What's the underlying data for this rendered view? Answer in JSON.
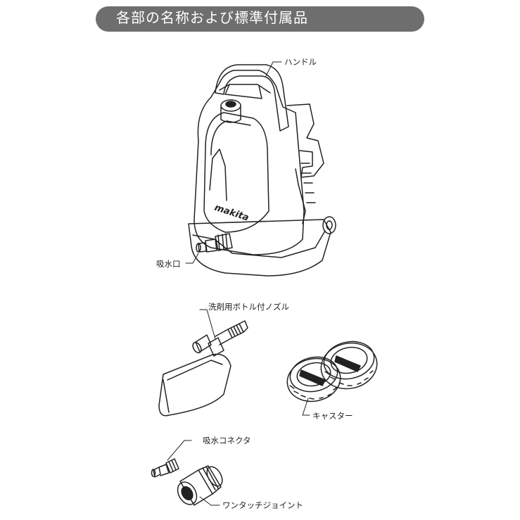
{
  "header": {
    "title": "各部の名称および標準付属品"
  },
  "labels": {
    "handle": "ハンドル",
    "inlet": "吸水口",
    "nozzle": "洗剤用ボトル付ノズル",
    "casters": "キャスター",
    "connector": "吸水コネクタ",
    "joint": "ワンタッチジョイント"
  },
  "brand": {
    "logo": "makita"
  },
  "colors": {
    "banner": "#6e6e6e",
    "ink": "#222222",
    "banner_text": "#ffffff"
  }
}
